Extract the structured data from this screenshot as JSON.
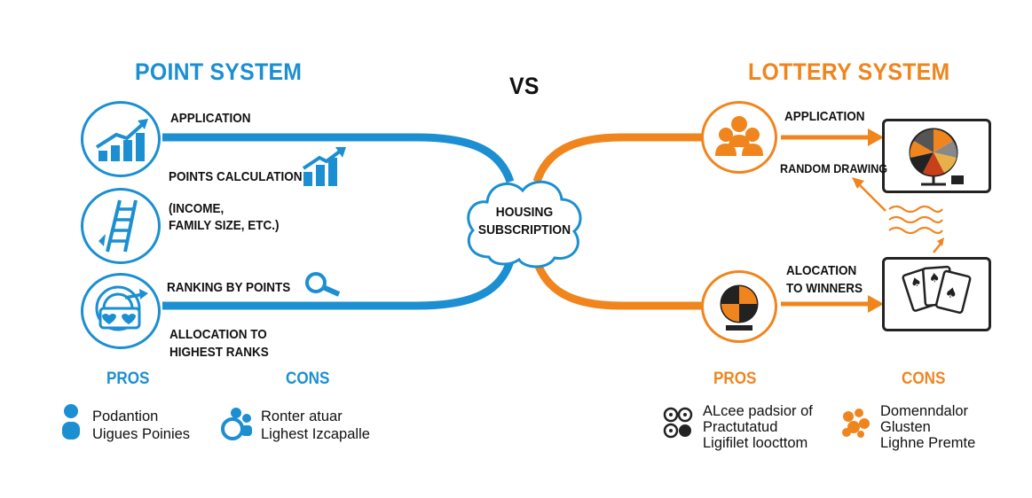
{
  "colors": {
    "point": "#1b8fd2",
    "lottery": "#f0851e",
    "text": "#111111"
  },
  "left": {
    "title": "POINT SYSTEM",
    "steps": [
      "APPLICATION",
      "POINTS CALCULATION",
      "(INCOME,",
      "FAMILY SIZE, ETC.)",
      "RANKING BY POINTS",
      "ALLOCATION TO",
      "HIGHEST RANKS"
    ],
    "pros_header": "PROS",
    "cons_header": "CONS",
    "pros_lines": [
      "Podantion",
      "Uigues Poinies"
    ],
    "cons_lines": [
      "Ronter atuar",
      "Lighest Izcapalle"
    ],
    "icons": [
      "chart-growth-icon",
      "ladder-icon",
      "hearts-target-icon",
      "magnifier-icon",
      "bar-arrow-icon",
      "person-icon",
      "group-icon"
    ]
  },
  "center": {
    "vs": "VS",
    "hub_line1": "HOUSING",
    "hub_line2": "SUBSCRIPTION"
  },
  "right": {
    "title": "LOTTERY SYSTEM",
    "steps": [
      "APPLICATION",
      "RANDOM DRAWING",
      "ALOCATION",
      "TO WINNERS"
    ],
    "pros_header": "PROS",
    "cons_header": "CONS",
    "pros_lines": [
      "ALcee padsior of",
      "Practutatud",
      "Ligifilet loocttom"
    ],
    "cons_lines": [
      "Domenndalor",
      "Glusten",
      "Lighne Premte"
    ],
    "icons": [
      "people-group-icon",
      "prize-wheel-icon",
      "spinner-icon",
      "playing-cards-icon",
      "dice-icon",
      "cluster-icon"
    ]
  }
}
